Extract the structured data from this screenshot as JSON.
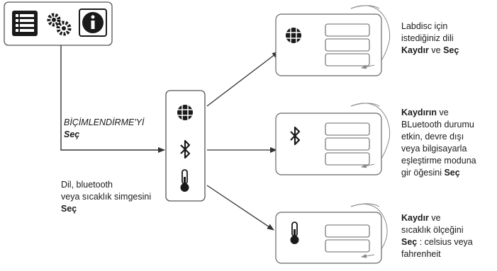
{
  "main_screen": {
    "icons": [
      "list-icon",
      "gears-icon",
      "info-icon"
    ]
  },
  "settings_menu": {
    "icons": [
      "globe-icon",
      "bluetooth-icon",
      "thermometer-icon"
    ]
  },
  "labels": {
    "format_line1": "BİÇİMLENDİRME'Yİ",
    "format_line2": "Seç",
    "select_icon_line1": "Dil, bluetooth",
    "select_icon_line2": "veya sıcaklık simgesini",
    "select_icon_line3": "Seç",
    "language_line1": "Labdisc için",
    "language_line2": "istediğiniz dili",
    "language_line3a": "Kaydır",
    "language_line3b": " ve ",
    "language_line3c": "Seç",
    "bt_line1a": "Kaydırın",
    "bt_line1b": " ve",
    "bt_line2": "BLuetooth durumu",
    "bt_line3": "etkin, devre dışı",
    "bt_line4": "veya bilgisayarla",
    "bt_line5": "eşleştirme moduna",
    "bt_line6a": "gir öğesini ",
    "bt_line6b": "Seç",
    "temp_line1a": "Kaydır",
    "temp_line1b": " ve",
    "temp_line2": "sıcaklık ölçeğini",
    "temp_line3a": "Seç",
    "temp_line3b": " : celsius veya",
    "temp_line4": "fahrenheit"
  }
}
